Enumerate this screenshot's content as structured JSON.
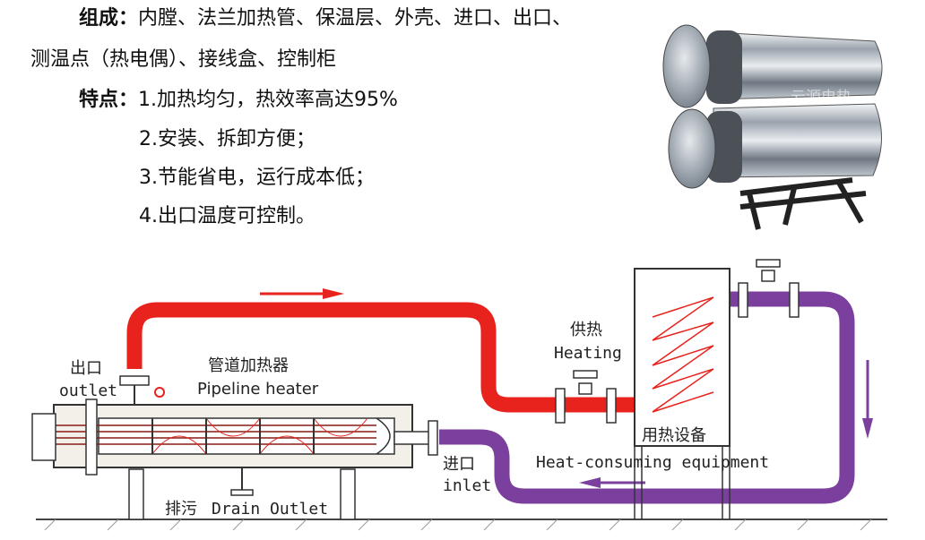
{
  "composition": {
    "label": "组成：",
    "line1": "内膛、法兰加热管、保温层、外壳、进口、出口、",
    "line2": "测温点（热电偶）、接线盒、控制柜"
  },
  "features": {
    "label": "特点：",
    "items": [
      "1.加热均匀，热效率高达95%",
      "2.安装、拆卸方便；",
      "3.节能省电，运行成本低；",
      "4.出口温度可控制。"
    ]
  },
  "photo": {
    "watermark": "云源电热"
  },
  "diagram": {
    "outlet_cn": "出口",
    "outlet_en": "outlet",
    "heater_cn": "管道加热器",
    "heater_en": "Pipeline heater",
    "heating_cn": "供热",
    "heating_en": "Heating",
    "equipment_cn": "用热设备",
    "equipment_en": "Heat-consuming equipment",
    "inlet_cn": "进口",
    "inlet_en": "inlet",
    "drain_cn": "排污",
    "drain_en": "Drain Outlet"
  },
  "colors": {
    "hot_pipe": "#e8221c",
    "cold_pipe": "#7b3f9e",
    "coil": "#e8221c"
  }
}
